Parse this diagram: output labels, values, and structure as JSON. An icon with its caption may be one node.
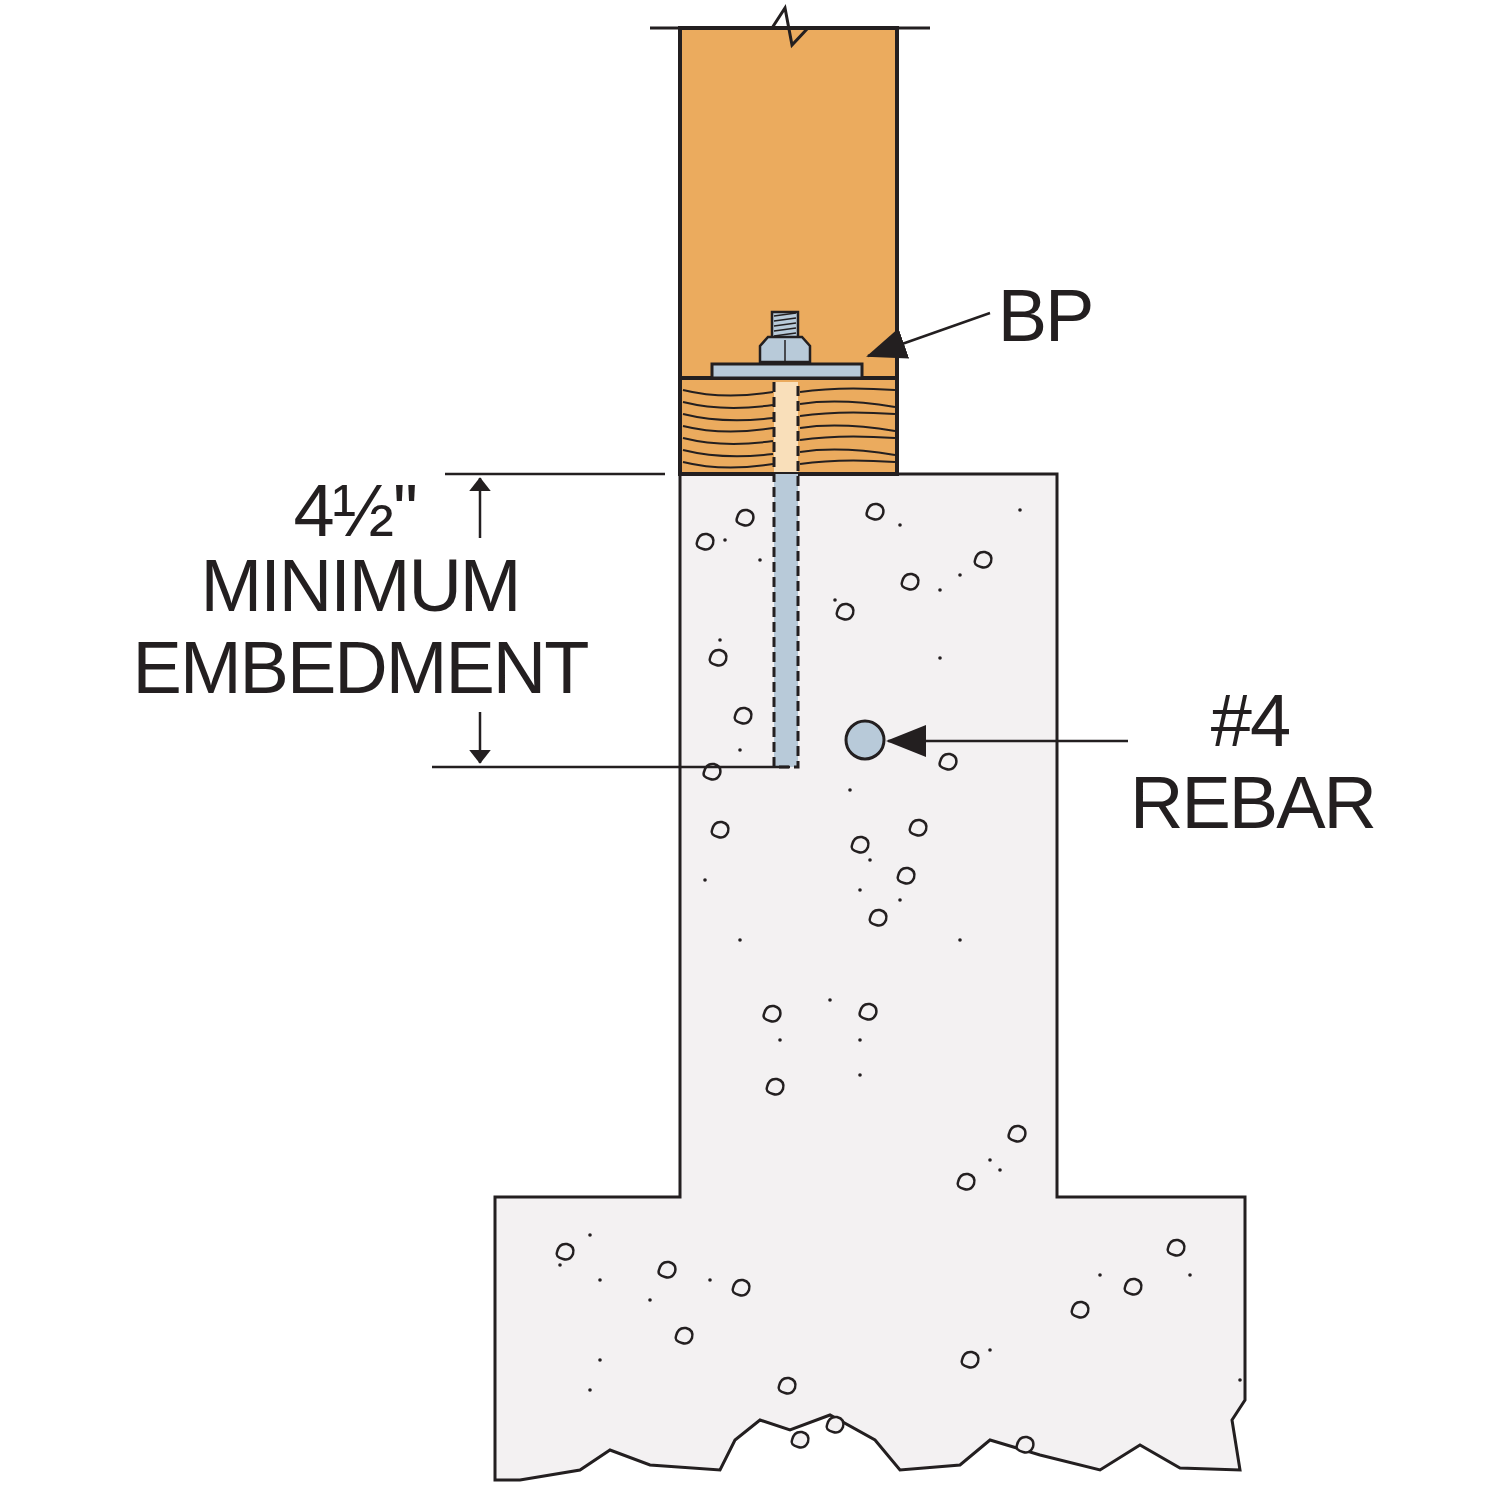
{
  "diagram": {
    "nodes": [
      {
        "text": [
          "BP"
        ]
      },
      {
        "text": [],
        "shape": "bar"
      },
      {
        "text": [
          "#4 REBAR"
        ]
      },
      {
        "text": [],
        "shape": "circle"
      }
    ],
    "edges": [
      {
        "from": 0,
        "to": 1,
        "arrow": "to"
      },
      {
        "from": 2,
        "to": 3,
        "arrow": "to"
      }
    ],
    "labels": [
      "4½''",
      "MINIMUM EMBEDMENT"
    ]
  }
}
